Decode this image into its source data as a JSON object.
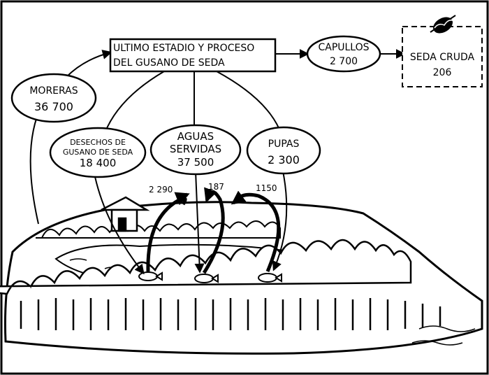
{
  "process_box": {
    "line1": "ULTIMO ESTADIO Y PROCESO",
    "line2": "DEL GUSANO DE SEDA"
  },
  "capullos": {
    "label": "CAPULLOS",
    "value": "2 700"
  },
  "seda_cruda": {
    "label": "SEDA CRUDA",
    "value": "206"
  },
  "moreras": {
    "label": "MORERAS",
    "value": "36 700"
  },
  "desechos": {
    "line1": "DESECHOS DE",
    "line2": "GUSANO DE SEDA",
    "value": "18 400"
  },
  "aguas": {
    "line1": "AGUAS",
    "line2": "SERVIDAS",
    "value": "37 500"
  },
  "pupas": {
    "label": "PUPAS",
    "value": "2 300"
  },
  "flows": {
    "left": "2 290",
    "mid": "187",
    "right": "1150"
  }
}
